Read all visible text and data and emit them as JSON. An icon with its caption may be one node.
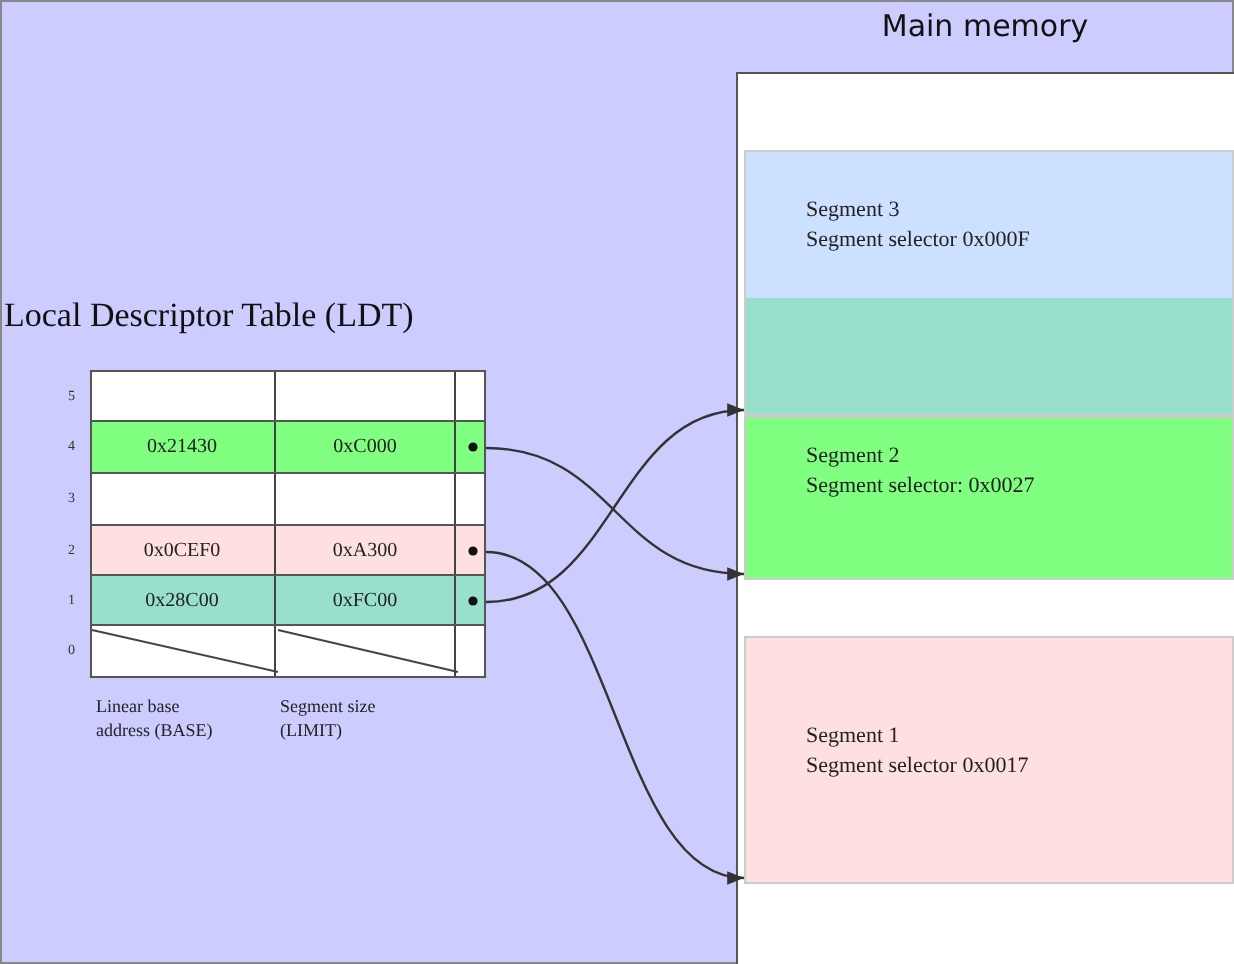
{
  "diagram": {
    "nodes": [
      {
        "text": [
          "Main memory"
        ]
      },
      {
        "text": [
          "Segment 3",
          "Segment selector 0x000F"
        ],
        "in": 0
      },
      {
        "text": [
          "Segment 2",
          "Segment selector: 0x0027"
        ],
        "in": 0
      },
      {
        "text": [
          "Segment 1",
          "Segment selector 0x0017"
        ],
        "in": 0
      },
      {
        "text": [
          "Local Descriptor Table (LDT)"
        ]
      },
      {
        "text": [],
        "shape": "box",
        "in": 4,
        "beside": [
          "5"
        ]
      },
      {
        "text": [
          "0x21430",
          "0xC000"
        ],
        "in": 4,
        "beside": [
          "4"
        ]
      },
      {
        "text": [],
        "shape": "box",
        "in": 4,
        "beside": [
          "3"
        ]
      },
      {
        "text": [
          "0x0CEF0",
          "0xA300"
        ],
        "in": 4,
        "beside": [
          "2"
        ]
      },
      {
        "text": [
          "0x28C00",
          "0xFC00"
        ],
        "in": 4,
        "beside": [
          "1"
        ]
      },
      {
        "text": [],
        "shape": "box",
        "in": 4,
        "beside": [
          "0"
        ]
      }
    ],
    "edges": [
      {
        "from": 6,
        "to": 2,
        "arrow": "to"
      },
      {
        "from": 8,
        "to": 3,
        "arrow": "to"
      },
      {
        "from": 9,
        "to": 1,
        "arrow": "to"
      }
    ],
    "labels": [
      "Linear base address (BASE)",
      "Segment size (LIMIT)"
    ]
  }
}
